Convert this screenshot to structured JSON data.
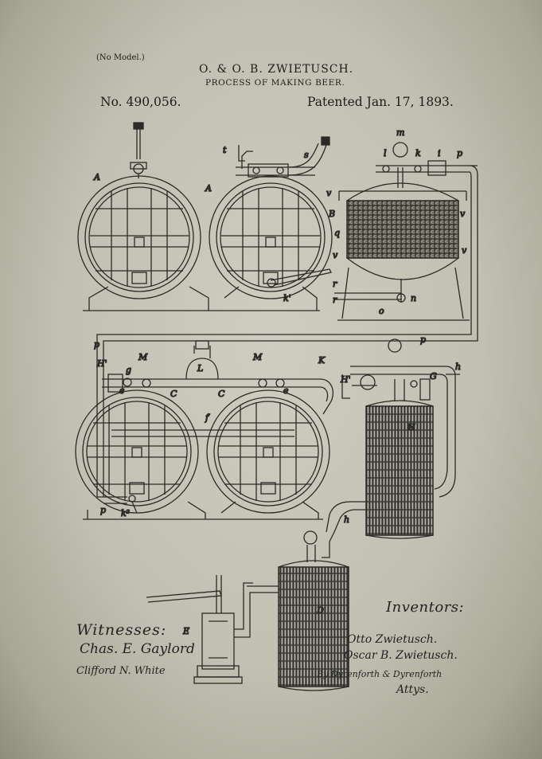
{
  "header": {
    "no_model": "(No Model.)",
    "inventor_names": "O. & O. B. ZWIETUSCH.",
    "title": "PROCESS OF MAKING BEER.",
    "patent_number": "No. 490,056.",
    "patent_date": "Patented Jan. 17, 1893."
  },
  "figure_labels": {
    "A1": "A",
    "A2": "A",
    "B": "B",
    "m": "m",
    "l": "l",
    "k": "k",
    "i": "i",
    "p": "p",
    "t": "t",
    "s": "s",
    "v": "v",
    "q": "q",
    "n": "n",
    "o": "o",
    "r": "r",
    "k_prime": "k'",
    "H_prime": "H'",
    "M1": "M",
    "M2": "M",
    "g": "g",
    "L": "L",
    "K": "K",
    "e": "e",
    "C1": "C",
    "C2": "C",
    "f": "f",
    "k2": "k²",
    "G": "G",
    "h": "h",
    "H": "H",
    "D": "D",
    "E": "E"
  },
  "signatures": {
    "witnesses_heading": "Witnesses:",
    "witness_1": "Chas. E. Gaylord",
    "witness_2": "Clifford N. White",
    "inventors_heading": "Inventors:",
    "inventor_1": "Otto Zwietusch.",
    "inventor_2": "Oscar B. Zwietusch.",
    "attorneys": "By Dyrenforth & Dyrenforth",
    "attys": "Attys."
  }
}
